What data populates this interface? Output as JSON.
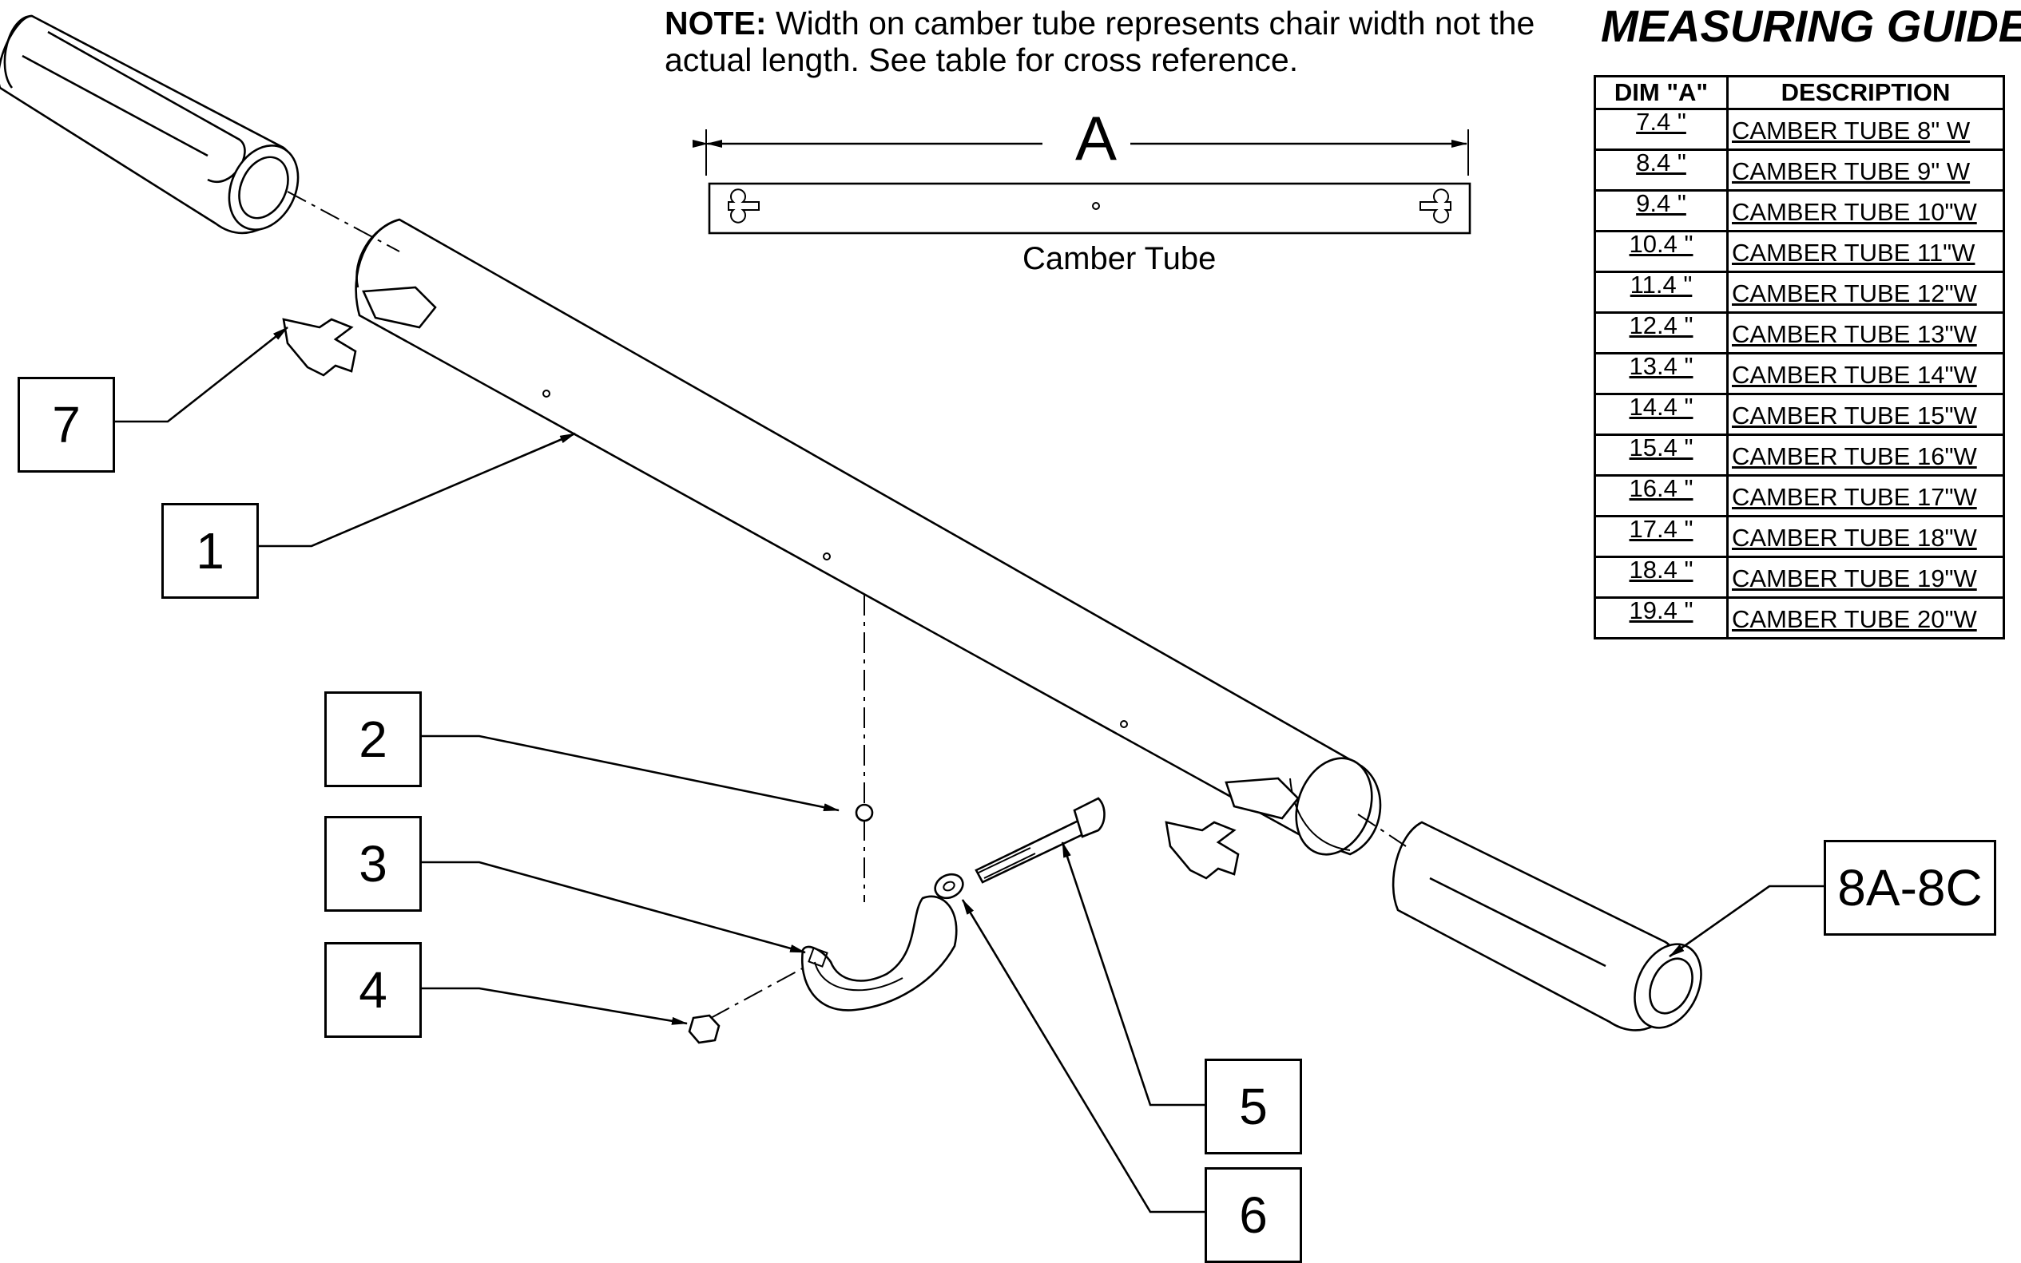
{
  "note": {
    "prefix": "NOTE:",
    "text": " Width on camber tube represents chair width not the actual length.  See table for cross reference."
  },
  "measuring_guide": {
    "title": "MEASURING GUIDE",
    "headers": [
      "DIM \"A\"",
      "DESCRIPTION"
    ],
    "rows": [
      [
        "7.4 \"",
        "CAMBER TUBE 8\" W"
      ],
      [
        "8.4 \"",
        "CAMBER TUBE 9\" W"
      ],
      [
        "9.4 \"",
        "CAMBER TUBE 10\"W"
      ],
      [
        "10.4 \"",
        "CAMBER TUBE 11\"W"
      ],
      [
        "11.4 \"",
        "CAMBER TUBE 12\"W"
      ],
      [
        "12.4 \"",
        "CAMBER TUBE 13\"W"
      ],
      [
        "13.4 \"",
        "CAMBER TUBE 14\"W"
      ],
      [
        "14.4 \"",
        "CAMBER TUBE 15\"W"
      ],
      [
        "15.4 \"",
        "CAMBER TUBE 16\"W"
      ],
      [
        "16.4 \"",
        "CAMBER TUBE 17\"W"
      ],
      [
        "17.4 \"",
        "CAMBER TUBE 18\"W"
      ],
      [
        "18.4 \"",
        "CAMBER TUBE 19\"W"
      ],
      [
        "19.4 \"",
        "CAMBER TUBE 20\"W"
      ]
    ]
  },
  "dimension": {
    "label": "A",
    "caption": "Camber Tube"
  },
  "callouts": {
    "c1": "1",
    "c2": "2",
    "c3": "3",
    "c4": "4",
    "c5": "5",
    "c6": "6",
    "c7": "7",
    "c8": "8A-8C"
  }
}
